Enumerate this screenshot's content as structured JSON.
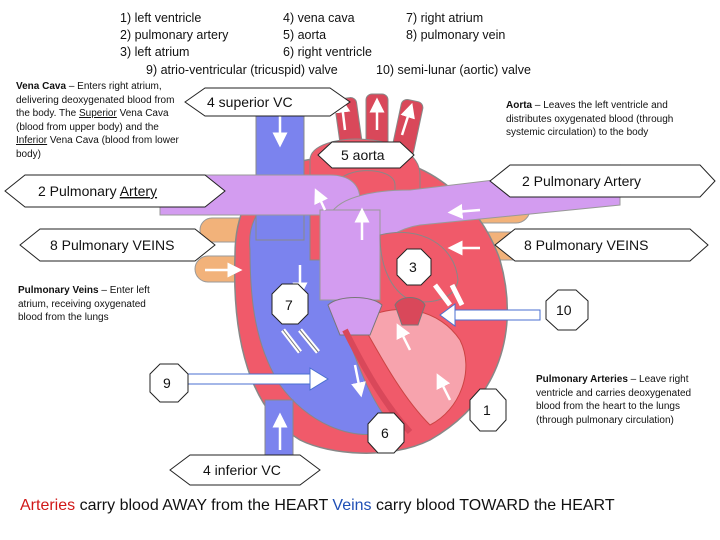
{
  "legend": {
    "l1": "1)    left ventricle",
    "l2": "2)    pulmonary artery",
    "l3": "3)    left atrium",
    "l4": "4)    vena cava",
    "l5": "5)     aorta",
    "l6": "6)    right ventricle",
    "l7": "7)   right atrium",
    "l8": "8)    pulmonary vein",
    "l9": "9)    atrio-ventricular (tricuspid) valve",
    "l10": "10)   semi-lunar (aortic) valve"
  },
  "notes": {
    "vena_cava": {
      "title": "Vena Cava",
      "t1": " – Enters right atrium, delivering deoxygenated blood from the body.  The ",
      "superior": "Superior",
      "t2": " Vena Cava (blood from upper body) and the ",
      "inferior": "Inferior",
      "t3": " Vena Cava (blood from lower body)"
    },
    "aorta": {
      "title": "Aorta",
      "text": " – Leaves the left ventricle and distributes oxygenated blood (through systemic circulation) to the body"
    },
    "pulm_veins": {
      "title": "Pulmonary Veins",
      "text": " – Enter left atrium, receiving oxygenated blood from the lungs"
    },
    "pulm_arteries": {
      "title": "Pulmonary Arteries",
      "text": " – Leave right ventricle and carries deoxygenated blood from the heart to the lungs (through pulmonary circulation)"
    }
  },
  "labels": {
    "superior_vc": "4 superior VC",
    "aorta": "5 aorta",
    "pa_left": "2 Pulmonary ",
    "pa_left_u": "Artery",
    "pa_right": "2 Pulmonary Artery",
    "pv_left": "8 Pulmonary VEINS",
    "pv_right": "8 Pulmonary VEINS",
    "n3": "3",
    "n7": "7",
    "n10": "10",
    "n9": "9",
    "n1": "1",
    "n6": "6",
    "inferior_vc": "4 inferior VC"
  },
  "footer": {
    "arteries": "Arteries",
    "arteries_text": " carry blood AWAY from the HEART   ",
    "veins": "Veins",
    "veins_text": " carry blood TOWARD the HEART"
  },
  "colors": {
    "deoxygenated": "#7b83ee",
    "oxygenated": "#f05a6a",
    "pulmonary_artery": "#d39cf0",
    "pulmonary_vein": "#f2b27a",
    "aorta_branch": "#d9485a"
  }
}
